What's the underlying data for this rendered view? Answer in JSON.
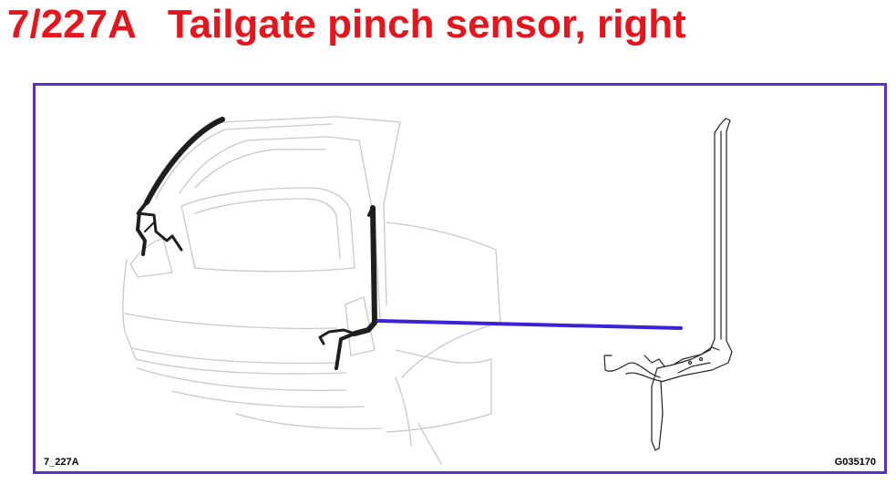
{
  "header": {
    "code": "7/227A",
    "title": "Tailgate pinch sensor, right"
  },
  "diagram": {
    "ref_left": "7_227A",
    "ref_right": "G035170",
    "colors": {
      "title": "#e8141c",
      "frame": "#5b2fc9",
      "leader": "#3a22d6",
      "sensor": "#1e1e1e",
      "car_outline": "#c8c8c8"
    },
    "icons": [
      "car-rear-outline",
      "pinch-sensor-left",
      "pinch-sensor-right",
      "sensor-detail"
    ]
  }
}
